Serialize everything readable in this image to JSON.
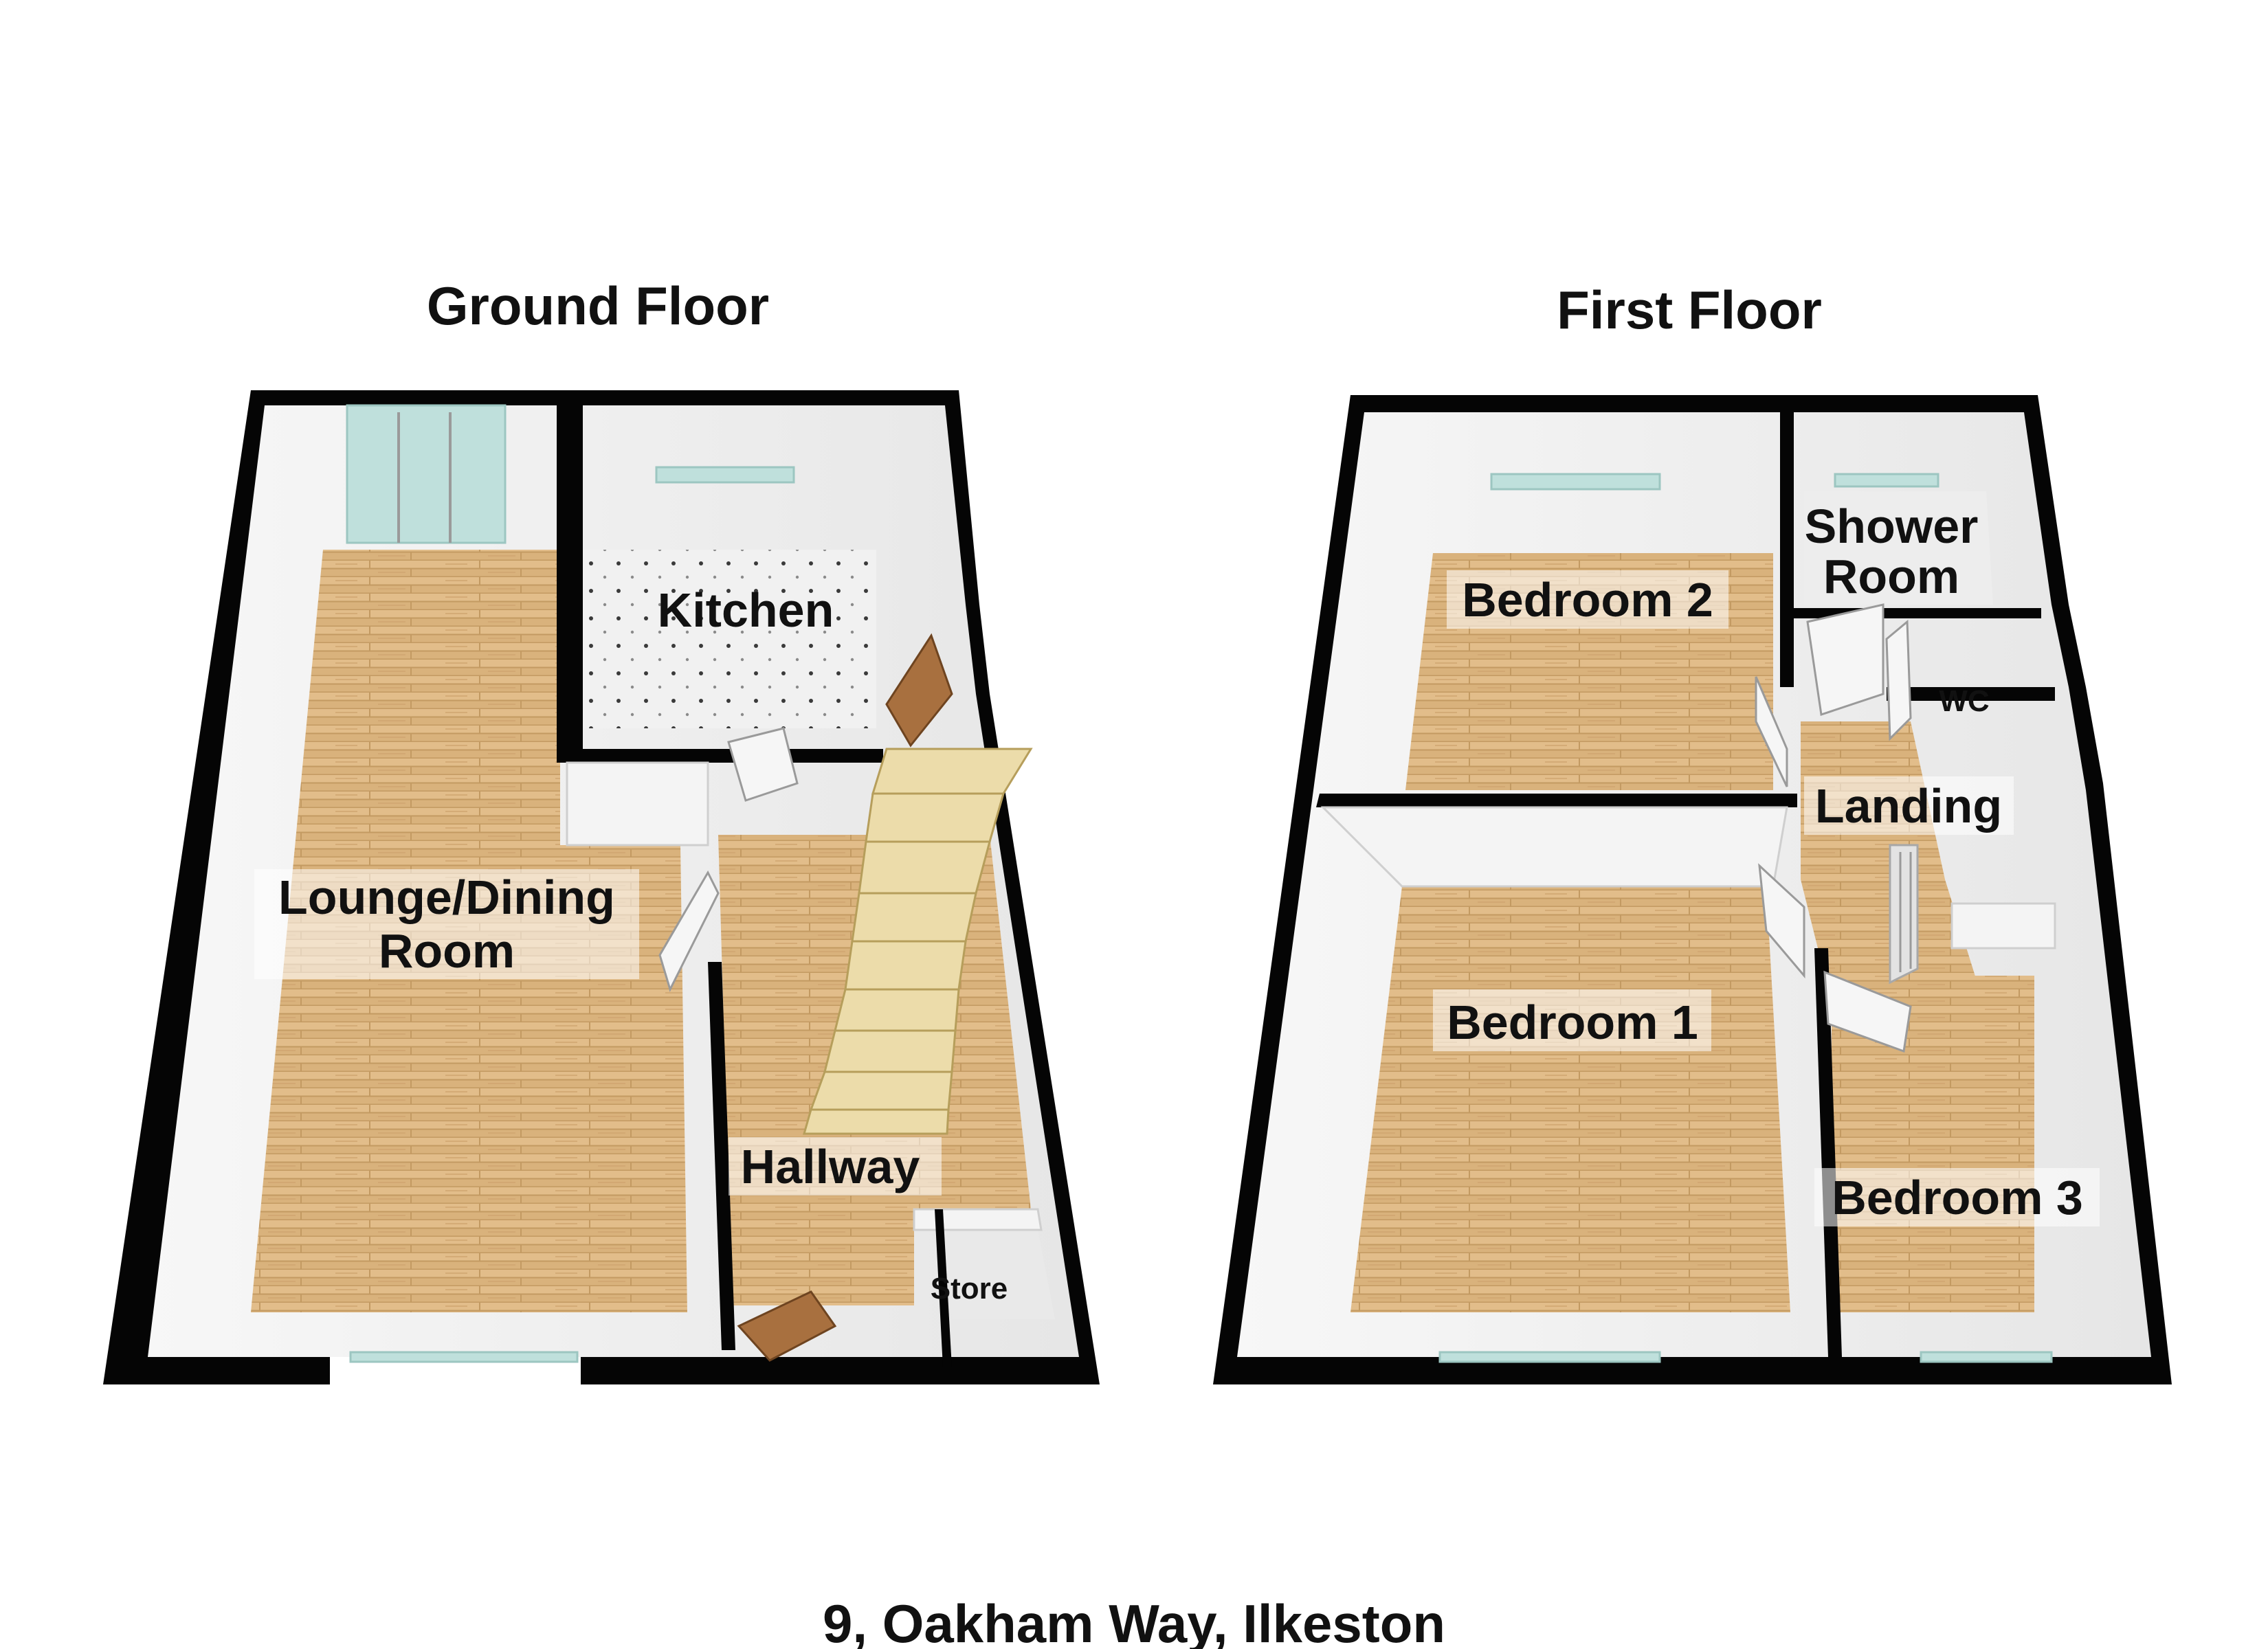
{
  "address": "9, Oakham Way, Ilkeston",
  "floors": [
    {
      "title": "Ground Floor",
      "rooms": {
        "lounge": [
          "Lounge/Dining",
          "Room"
        ],
        "kitchen": "Kitchen",
        "hallway": "Hallway",
        "store": "Store"
      }
    },
    {
      "title": "First Floor",
      "rooms": {
        "bedroom2": "Bedroom 2",
        "shower": [
          "Shower",
          "Room"
        ],
        "wc": "WC",
        "landing": "Landing",
        "bedroom1": "Bedroom 1",
        "bedroom3": "Bedroom 3"
      }
    }
  ],
  "colors": {
    "wall": "#050505",
    "wood_floor": "#d9b27c",
    "tile_floor": "#efefef",
    "window": "#bfe0dc",
    "background": "#ffffff"
  }
}
